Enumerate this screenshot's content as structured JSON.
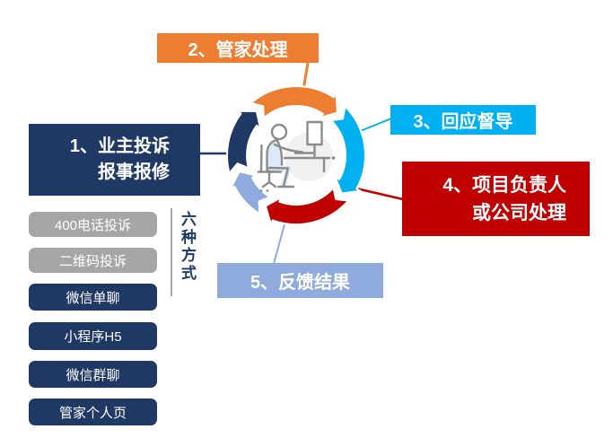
{
  "colors": {
    "orange": "#ED7D31",
    "cyan": "#00B0F0",
    "red": "#C00000",
    "navy": "#1F3864",
    "periwinkle": "#8FAADC",
    "gray": "#A6A6A6",
    "icon_gray": "#8C8C8C",
    "icon_fill": "#DDE9F6",
    "icon_bg": "#F1F1F1"
  },
  "flow": {
    "center_icon": "person-at-computer",
    "steps": [
      {
        "order": "1",
        "lines": [
          "1、业主投诉",
          "报事报修"
        ],
        "color": "#1F3864"
      },
      {
        "order": "2",
        "lines": [
          "2、管家处理"
        ],
        "color": "#ED7D31"
      },
      {
        "order": "3",
        "lines": [
          "3、回应督导"
        ],
        "color": "#00B0F0"
      },
      {
        "order": "4",
        "lines": [
          "4、项目负责人",
          "或公司处理"
        ],
        "color": "#C00000"
      },
      {
        "order": "5",
        "lines": [
          "5、反馈结果"
        ],
        "color": "#8FAADC"
      }
    ],
    "channels": {
      "group_label": "六种方式",
      "items": [
        {
          "label": "400电话投诉",
          "color": "#A6A6A6"
        },
        {
          "label": "二维码投诉",
          "color": "#A6A6A6"
        },
        {
          "label": "微信单聊",
          "color": "#1F3864"
        },
        {
          "label": "小程序H5",
          "color": "#1F3864"
        },
        {
          "label": "微信群聊",
          "color": "#1F3864"
        },
        {
          "label": "管家个人页",
          "color": "#1F3864"
        }
      ]
    }
  }
}
